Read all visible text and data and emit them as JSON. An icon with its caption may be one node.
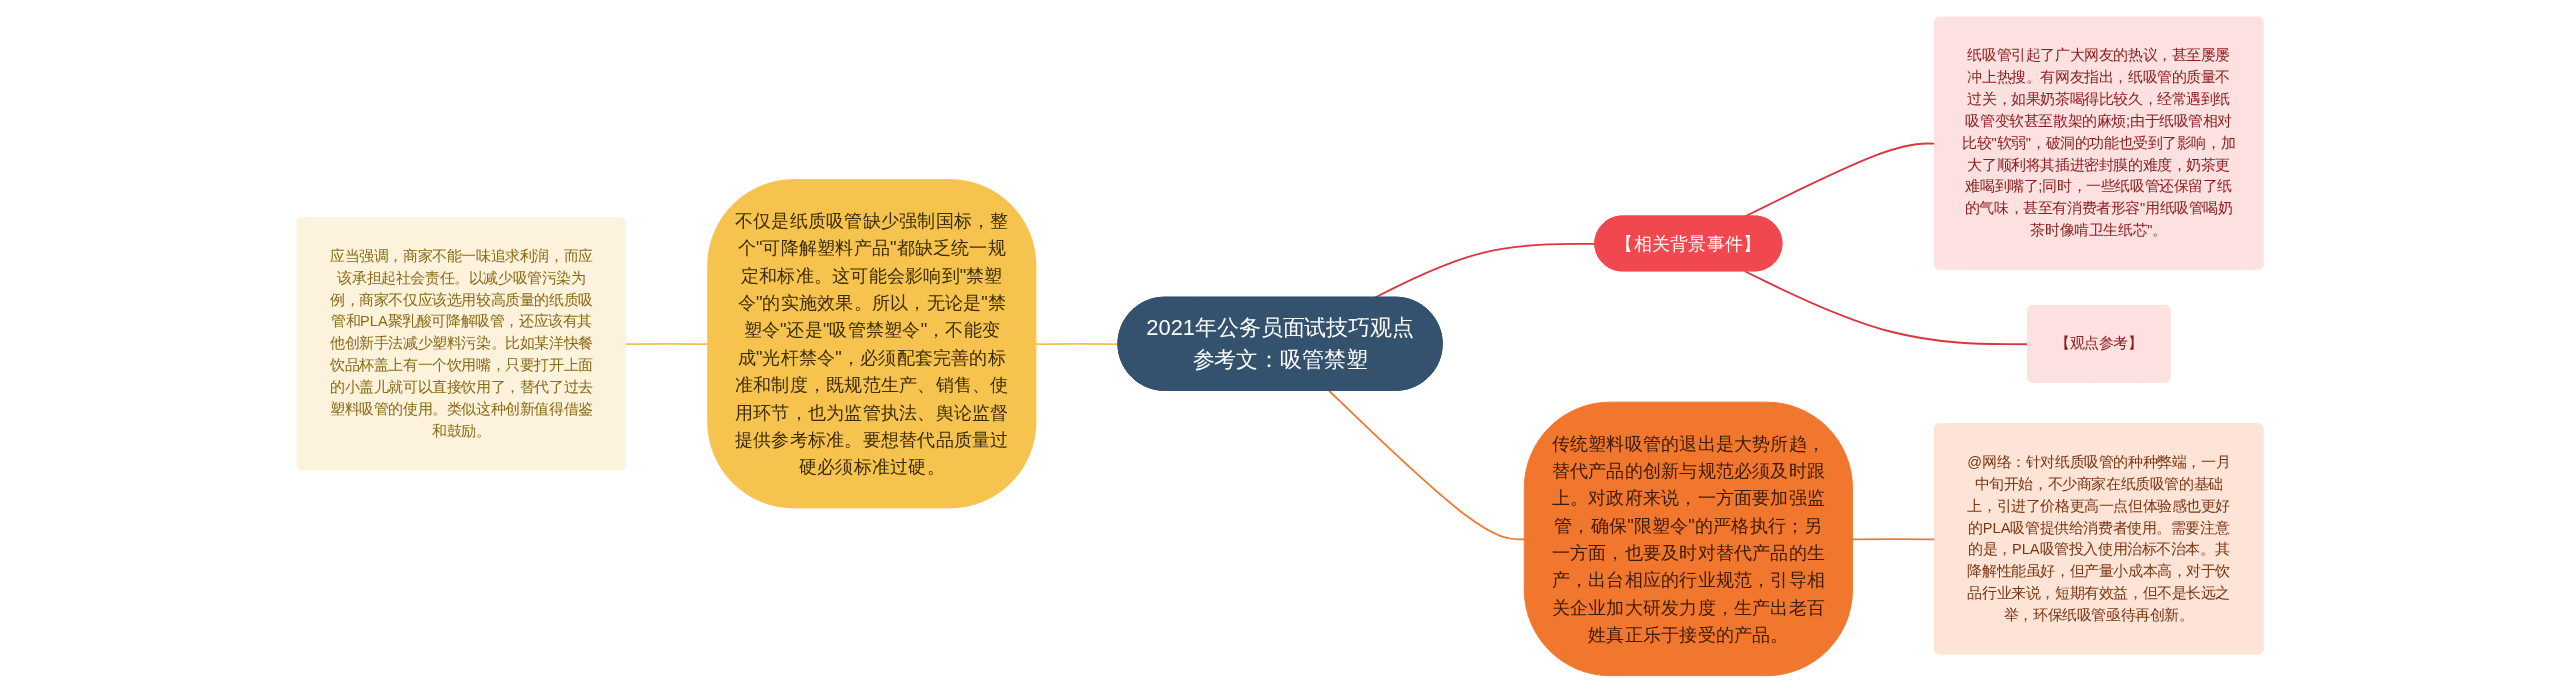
{
  "diagram": {
    "nodes": [
      {
        "text": [
          "2021年公务员面试技巧观点参考文：吸管禁塑"
        ]
      },
      {
        "text": [
          "【相关背景事件】"
        ]
      },
      {
        "text": [
          "纸吸管引起了广大网友的热议，甚至屡屡冲上热搜。有网友指出，纸吸管的质量不过关，如果奶茶喝得比较久，经常遇到纸吸管变软甚至散架的麻烦;由于纸吸管相对比较\"软弱\"，破洞的功能也受到了影响，加大了顺利将其插进密封膜的难度，奶茶更难喝到嘴了;同时，一些纸吸管还保留了纸的气味，甚至有消费者形容\"用纸吸管喝奶茶时像啃卫生纸芯\"。"
        ]
      },
      {
        "text": [
          "【观点参考】"
        ]
      },
      {
        "text": [
          "不仅是纸质吸管缺少强制国标，整个\"可降解塑料产品\"都缺乏统一规定和标准。这可能会影响到\"禁塑令\"的实施效果。所以，无论是\"禁塑令\"还是\"吸管禁塑令\"，不能变成\"光杆禁令\"，必须配套完善的标准和制度，既规范生产、销售、使用环节，也为监管执法、舆论监督提供参考标准。要想替代品质量过硬必须标准过硬。"
        ]
      },
      {
        "text": [
          "应当强调，商家不能一味追求利润，而应该承担起社会责任。以减少吸管污染为例，商家不仅应该选用较高质量的纸质吸管和PLA聚乳酸可降解吸管，还应该有其他创新手法减少塑料污染。比如某洋快餐饮品杯盖上有一个饮用嘴，只要打开上面的小盖儿就可以直接饮用了，替代了过去塑料吸管的使用。类似这种创新值得借鉴和鼓励。"
        ]
      },
      {
        "text": [
          "传统塑料吸管的退出是大势所趋，替代产品的创新与规范必须及时跟上。对政府来说，一方面要加强监管，确保\"限塑令\"的严格执行；另一方面，也要及时对替代产品的生产，出台相应的行业规范，引导相关企业加大研发力度，生产出老百姓真正乐于接受的产品。"
        ]
      },
      {
        "text": [
          "@网络：针对纸质吸管的种种弊端，一月中旬开始，不少商家在纸质吸管的基础上，引进了价格更高一点但体验感也更好的PLA吸管提供给消费者使用。需要注意的是，PLA吸管投入使用治标不治本。其降解性能虽好，但产量小成本高，对于饮品行业来说，短期有效益，但不是长远之举，环保纸吸管亟待再创新。"
        ]
      }
    ],
    "edges": [
      {
        "from": 0,
        "to": 1,
        "arrow": "none",
        "color": "#d9363e"
      },
      {
        "from": 1,
        "to": 2,
        "arrow": "none",
        "color": "#d9363e"
      },
      {
        "from": 1,
        "to": 3,
        "arrow": "none",
        "color": "#d9363e"
      },
      {
        "from": 0,
        "to": 4,
        "arrow": "none",
        "color": "#f2c04d"
      },
      {
        "from": 4,
        "to": 5,
        "arrow": "none",
        "color": "#f2c04d"
      },
      {
        "from": 0,
        "to": 6,
        "arrow": "none",
        "color": "#ee7a30"
      },
      {
        "from": 6,
        "to": 7,
        "arrow": "none",
        "color": "#ee7a30"
      }
    ]
  }
}
